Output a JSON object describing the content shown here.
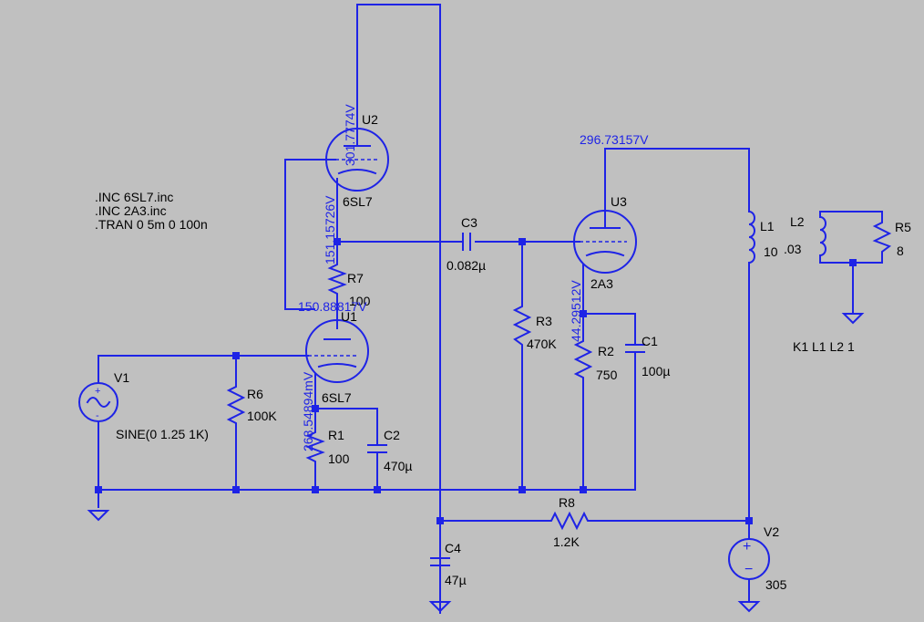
{
  "parts": {
    "u2": {
      "ref": "U2",
      "value": "6SL7"
    },
    "u1": {
      "ref": "U1",
      "value": "6SL7"
    },
    "u3": {
      "ref": "U3",
      "value": "2A3"
    },
    "r7": {
      "ref": "R7",
      "value": "100"
    },
    "r1": {
      "ref": "R1",
      "value": "100"
    },
    "r6": {
      "ref": "R6",
      "value": "100K"
    },
    "r3": {
      "ref": "R3",
      "value": "470K"
    },
    "r2": {
      "ref": "R2",
      "value": "750"
    },
    "r5": {
      "ref": "R5",
      "value": "8"
    },
    "r8": {
      "ref": "R8",
      "value": "1.2K"
    },
    "c1": {
      "ref": "C1",
      "value": "100µ"
    },
    "c2": {
      "ref": "C2",
      "value": "470µ"
    },
    "c3": {
      "ref": "C3",
      "value": "0.082µ"
    },
    "c4": {
      "ref": "C4",
      "value": "47µ"
    },
    "l1": {
      "ref": "L1",
      "value": "10"
    },
    "l2": {
      "ref": "L2",
      "value": ".03"
    },
    "v1": {
      "ref": "V1",
      "value": "SINE(0 1.25 1K)"
    },
    "v2": {
      "ref": "V2",
      "value": "305"
    }
  },
  "directives": [
    ".INC 6SL7.inc",
    ".INC 2A3.inc",
    ".TRAN 0 5m 0 100n"
  ],
  "coupling": "K1 L1 L2 1",
  "node_voltages": {
    "u2_plate": "301.7774V",
    "u2_cathode": "151.15726V",
    "u1_plate": "150.88817V",
    "u1_cathode": "268.54894mV",
    "u3_plate": "296.73157V",
    "u3_cathode": "44.29512V"
  },
  "colors": {
    "background": "#c0c0c0",
    "wire": "#1e23e6",
    "text": "#000000"
  }
}
